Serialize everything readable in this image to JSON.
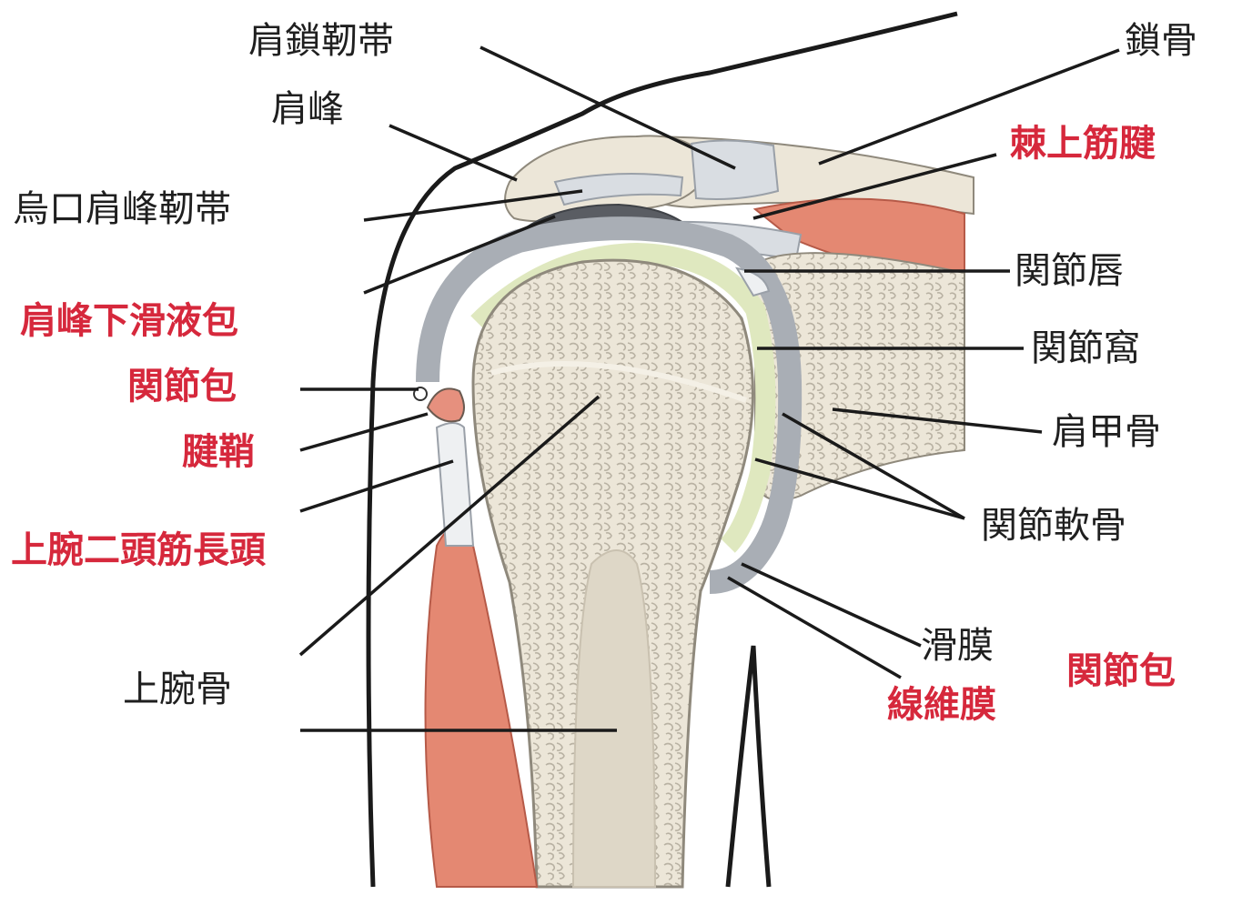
{
  "labels": {
    "acromioclavicular_ligament": "肩鎖靭帯",
    "clavicle": "鎖骨",
    "acromion": "肩峰",
    "supraspinatus_tendon": "棘上筋腱",
    "coracoacromial_ligament": "烏口肩峰靭帯",
    "labrum": "関節唇",
    "subacromial_bursa": "肩峰下滑液包",
    "glenoid_fossa": "関節窩",
    "joint_capsule_left": "関節包",
    "scapula": "肩甲骨",
    "tendon_sheath": "腱鞘",
    "articular_cartilage": "関節軟骨",
    "biceps_long_head": "上腕二頭筋長頭",
    "synovial_membrane": "滑膜",
    "joint_capsule_right": "関節包",
    "humerus": "上腕骨",
    "fibrous_membrane": "線維膜"
  },
  "colors": {
    "label_dark": "#1f1f1f",
    "label_red": "#d6283c",
    "bone": "#ece6d8",
    "cartilage": "#dfe8bf",
    "ligament": "#d9dde2",
    "muscle": "#e48872",
    "capsule": "#a9aeb5"
  }
}
